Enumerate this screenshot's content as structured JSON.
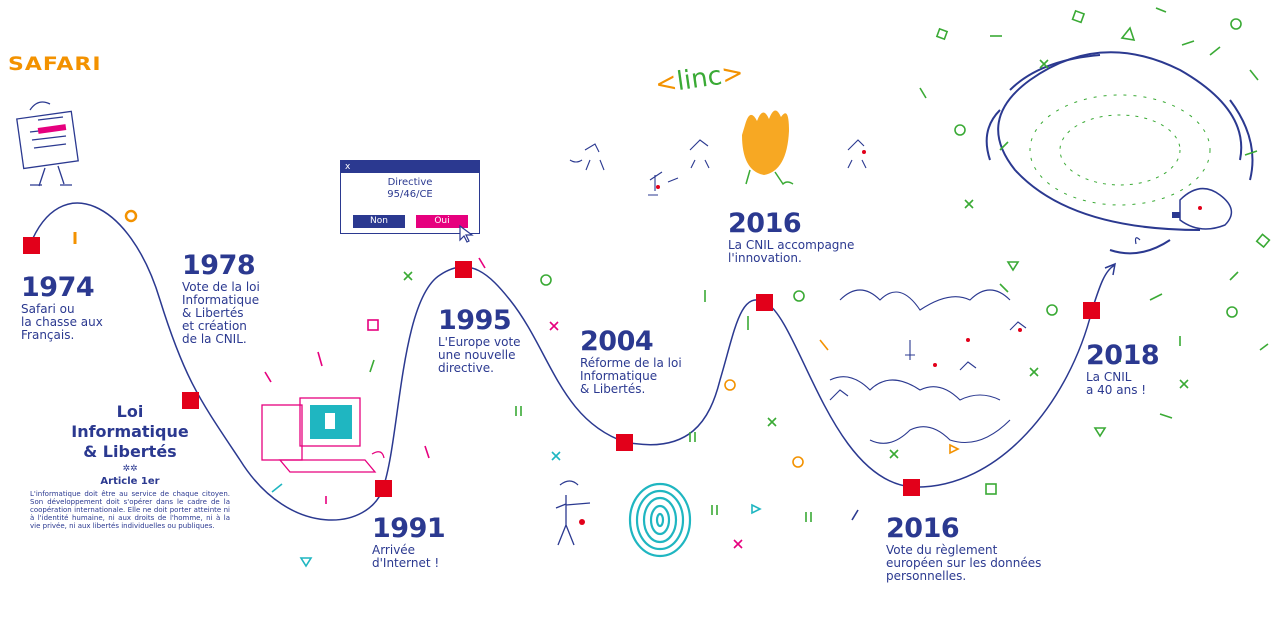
{
  "logo": {
    "text": "SAFARI"
  },
  "linc": {
    "prefix": "<",
    "word": "linc",
    "suffix": ">"
  },
  "dialog": {
    "close": "x",
    "text": "Directive\n95/46/CE",
    "no_label": "Non",
    "yes_label": "Oui"
  },
  "milestones": [
    {
      "year": "1974",
      "text": "Safari ou\nla chasse aux\nFrançais."
    },
    {
      "year": "1978",
      "text": "Vote de la loi\nInformatique\n& Libertés\net création\nde la CNIL."
    },
    {
      "year": "1991",
      "text": "Arrivée\nd'Internet !"
    },
    {
      "year": "1995",
      "text": "L'Europe vote\nune nouvelle\ndirective."
    },
    {
      "year": "2004",
      "text": "Réforme de la loi\nInformatique\n& Libertés."
    },
    {
      "year": "2016",
      "text": "La CNIL accompagne\nl'innovation."
    },
    {
      "year": "2016",
      "text": "Vote du règlement\neuropéen sur les données\npersonnelles."
    },
    {
      "year": "2018",
      "text": "La CNIL\na 40 ans !"
    }
  ],
  "law": {
    "title": "Loi\nInformatique\n& Libertés",
    "article_title": "Article 1er",
    "article_text": "L'informatique doit être au service de chaque citoyen. Son développement doit s'opérer dans le cadre de la coopération internationale. Elle ne doit porter atteinte ni à l'identité humaine, ni aux droits de l'homme, ni à la vie privée, ni aux libertés individuelles ou publiques."
  },
  "colors": {
    "primary": "#2b3990",
    "marker": "#e2001a",
    "orange": "#f39200",
    "green": "#3aaa35",
    "pink": "#e6007e",
    "teal": "#1fb6c1"
  }
}
